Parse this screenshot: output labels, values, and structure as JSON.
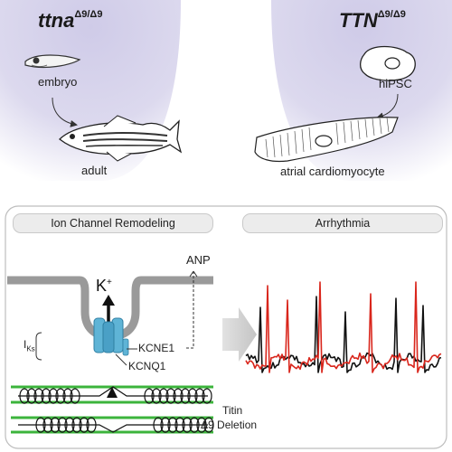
{
  "top_left": {
    "title": "ttna",
    "title_sup": "Δ9/Δ9",
    "stage1": "embryo",
    "stage2": "adult"
  },
  "top_right": {
    "title": "TTN",
    "title_sup": "Δ9/Δ9",
    "stage1": "hiPSC",
    "stage2": "atrial cardiomyocyte"
  },
  "panel": {
    "tab_left": "Ion Channel Remodeling",
    "tab_right": "Arrhythmia",
    "anp": "ANP",
    "k_ion": "K",
    "k_sup": "+",
    "iks": "I",
    "iks_sub": "Ks",
    "kcne1": "KCNE1",
    "kcnq1": "KCNQ1",
    "titin": "Titin",
    "deletion": "Δ9 Deletion"
  },
  "colors": {
    "bg_lavender": "#d9d6ec",
    "panel_border": "#bdbdbd",
    "membrane": "#9a9a9a",
    "channel": "#5fb4d6",
    "titin_green": "#3cb43c",
    "trace_red": "#d9261c",
    "trace_black": "#111111"
  }
}
